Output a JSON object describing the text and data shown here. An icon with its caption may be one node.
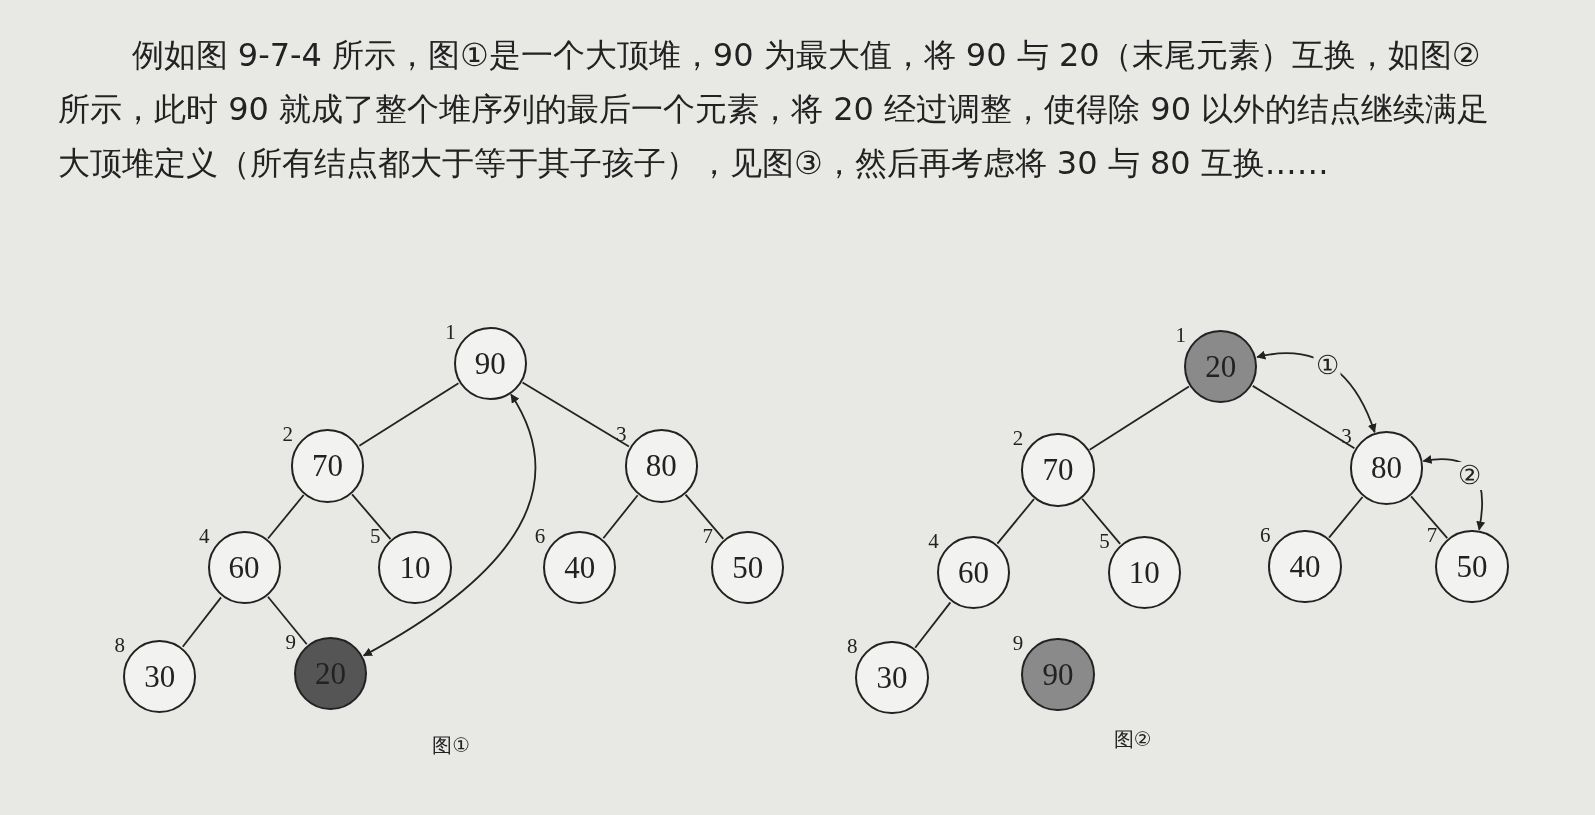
{
  "diagram": {
    "nodes": [
      {
        "text": [
          "90"
        ],
        "beside": [
          "1"
        ]
      },
      {
        "text": [
          "70"
        ],
        "beside": [
          "2"
        ]
      },
      {
        "text": [
          "80"
        ],
        "beside": [
          "3"
        ]
      },
      {
        "text": [
          "60"
        ],
        "beside": [
          "4"
        ]
      },
      {
        "text": [
          "10"
        ],
        "beside": [
          "5"
        ]
      },
      {
        "text": [
          "40"
        ],
        "beside": [
          "6"
        ]
      },
      {
        "text": [
          "50"
        ],
        "beside": [
          "7"
        ]
      },
      {
        "text": [
          "30"
        ],
        "beside": [
          "8"
        ]
      },
      {
        "text": [
          "20"
        ],
        "beside": [
          "9"
        ]
      },
      {
        "text": [
          "20"
        ],
        "beside": [
          "1"
        ]
      },
      {
        "text": [
          "70"
        ],
        "beside": [
          "2"
        ]
      },
      {
        "text": [
          "80"
        ],
        "beside": [
          "3"
        ]
      },
      {
        "text": [
          "60"
        ],
        "beside": [
          "4"
        ]
      },
      {
        "text": [
          "10"
        ],
        "beside": [
          "5"
        ]
      },
      {
        "text": [
          "40"
        ],
        "beside": [
          "6"
        ]
      },
      {
        "text": [
          "50"
        ],
        "beside": [
          "7"
        ]
      },
      {
        "text": [
          "30"
        ],
        "beside": [
          "8"
        ]
      },
      {
        "text": [
          "90"
        ],
        "beside": [
          "9"
        ]
      }
    ],
    "edges": [
      {
        "from": 0,
        "to": 1,
        "arrow": "none"
      },
      {
        "from": 0,
        "to": 2,
        "arrow": "none"
      },
      {
        "from": 1,
        "to": 3,
        "arrow": "none"
      },
      {
        "from": 1,
        "to": 4,
        "arrow": "none"
      },
      {
        "from": 2,
        "to": 5,
        "arrow": "none"
      },
      {
        "from": 2,
        "to": 6,
        "arrow": "none"
      },
      {
        "from": 3,
        "to": 7,
        "arrow": "none"
      },
      {
        "from": 3,
        "to": 8,
        "arrow": "none"
      },
      {
        "from": 0,
        "to": 8,
        "arrow": "both"
      },
      {
        "from": 9,
        "to": 10,
        "arrow": "none"
      },
      {
        "from": 9,
        "to": 11,
        "arrow": "none"
      },
      {
        "from": 10,
        "to": 12,
        "arrow": "none"
      },
      {
        "from": 10,
        "to": 13,
        "arrow": "none"
      },
      {
        "from": 11,
        "to": 14,
        "arrow": "none"
      },
      {
        "from": 11,
        "to": 15,
        "arrow": "none"
      },
      {
        "from": 12,
        "to": 16,
        "arrow": "none"
      },
      {
        "from": 9,
        "to": 11,
        "arrow": "both",
        "label": "①"
      },
      {
        "from": 11,
        "to": 15,
        "arrow": "both",
        "label": "②"
      }
    ],
    "labels": [
      "例如图 9-7-4 所示，图①是一个大顶堆，90 为最大值，将 90 与 20（末尾元素）互换，如图②所示，此时 90 就成了整个堆序列的最后一个元素，将 20 经过调整，使得除 90 以外的结点继续满足大顶堆定义（所有结点都大于等于其子孩子），见图③，然后再考虑将 30 与 80 互换……",
      "图①",
      "图②"
    ]
  }
}
